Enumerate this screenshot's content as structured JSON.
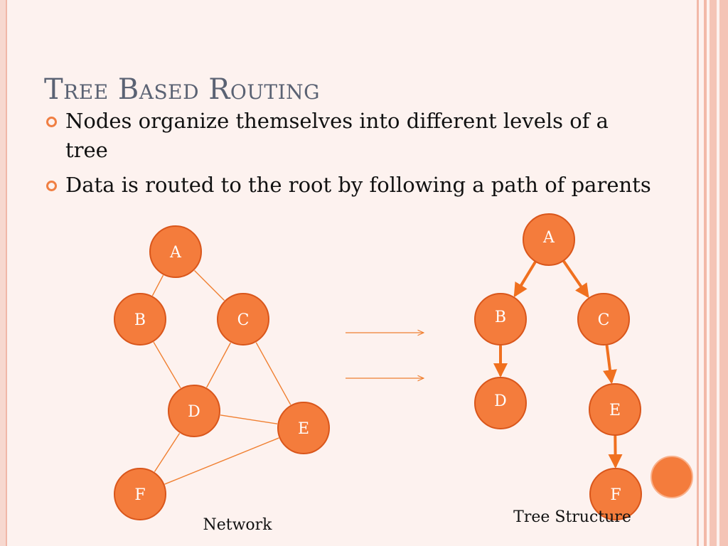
{
  "slide": {
    "title": "Tree Based Routing",
    "bullets": [
      "Nodes organize themselves into different levels of a tree",
      "Data is routed to the root by following a path of parents"
    ]
  },
  "colors": {
    "node_fill": "#f47c3c",
    "node_stroke": "#d9561b",
    "edge": "#f07f30",
    "arrow": "#f0701f",
    "title": "#5a6273"
  },
  "network": {
    "caption": "Network",
    "nodes": [
      "A",
      "B",
      "C",
      "D",
      "E",
      "F"
    ],
    "edges": [
      [
        "A",
        "B"
      ],
      [
        "A",
        "C"
      ],
      [
        "B",
        "D"
      ],
      [
        "C",
        "D"
      ],
      [
        "C",
        "E"
      ],
      [
        "D",
        "E"
      ],
      [
        "D",
        "F"
      ],
      [
        "F",
        "E"
      ]
    ]
  },
  "tree": {
    "caption": "Tree Structure",
    "nodes": [
      "A",
      "B",
      "C",
      "D",
      "E",
      "F"
    ],
    "edges": [
      [
        "A",
        "B"
      ],
      [
        "A",
        "C"
      ],
      [
        "B",
        "D"
      ],
      [
        "C",
        "E"
      ],
      [
        "E",
        "F"
      ]
    ]
  }
}
